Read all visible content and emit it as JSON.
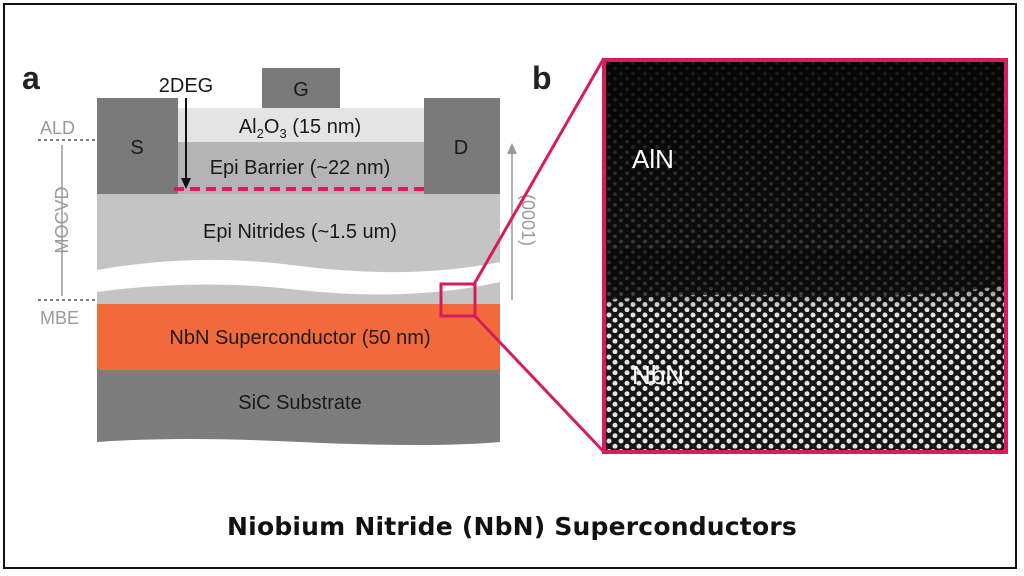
{
  "panel_a": {
    "letter": "a",
    "gate": "G",
    "source": "S",
    "drain": "D",
    "twodeg": "2DEG",
    "al2o3": {
      "pre": "Al",
      "sub1": "2",
      "mid": "O",
      "sub2": "3",
      "post": " (15 nm)"
    },
    "epi_barrier": "Epi Barrier (~22 nm)",
    "epi_nitrides": "Epi Nitrides (~1.5 um)",
    "nbn_layer": "NbN Superconductor (50 nm)",
    "sic_layer": "SiC Substrate",
    "ald": "ALD",
    "mocvd": "MOCVD",
    "mbe": "MBE",
    "orientation": "(0001)"
  },
  "panel_b": {
    "letter": "b",
    "upper_label": "AlN",
    "lower_label": "NbN"
  },
  "caption": "Niobium Nitride (NbN) Superconductors",
  "colors": {
    "metal": "#7a7a7a",
    "al2o3": "#e4e4e4",
    "barrier": "#b4b4b4",
    "nitrides": "#c4c4c4",
    "nbn": "#f26a3c",
    "sic": "#7d7d7d",
    "highlight": "#d81b60",
    "side_text": "#9a9a9a"
  }
}
